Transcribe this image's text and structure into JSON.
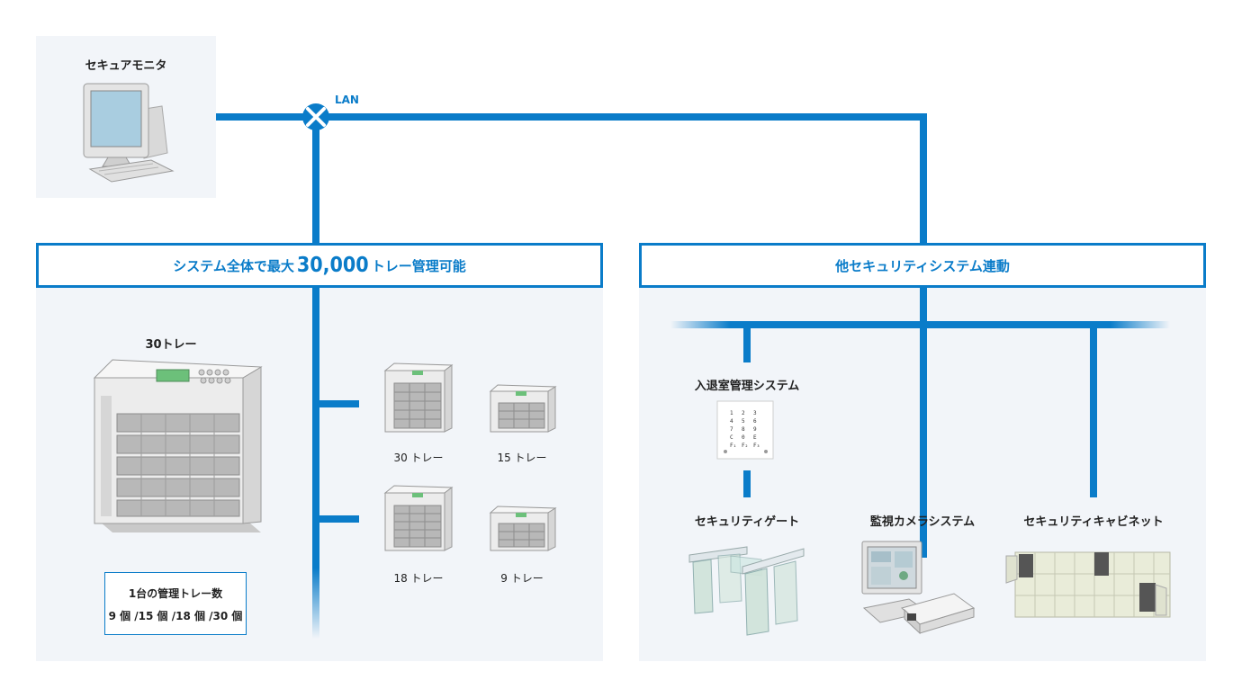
{
  "monitor": {
    "label": "セキュアモニタ"
  },
  "network": {
    "label": "LAN"
  },
  "left_banner": {
    "prefix": "システム全体で最大",
    "number": "30,000",
    "suffix": "トレー管理可能"
  },
  "right_banner": {
    "label": "他セキュリティシステム連動"
  },
  "large_unit": {
    "label": "30トレー"
  },
  "units": [
    {
      "label": "30 トレー"
    },
    {
      "label": "15 トレー"
    },
    {
      "label": "18 トレー"
    },
    {
      "label": "9 トレー"
    }
  ],
  "note": {
    "title": "1台の管理トレー数",
    "values": "9 個 /15 個 /18 個 /30 個"
  },
  "systems": {
    "access": {
      "label": "入退室管理システム",
      "keypad": [
        "1",
        "2",
        "3",
        "4",
        "5",
        "6",
        "7",
        "8",
        "9",
        "C",
        "0",
        "E",
        "F₁",
        "F₂",
        "F₃"
      ]
    },
    "gate": {
      "label": "セキュリティゲート"
    },
    "camera": {
      "label": "監視カメラシステム"
    },
    "cabinet": {
      "label": "セキュリティキャビネット"
    }
  },
  "colors": {
    "accent": "#0a7cc9",
    "panel": "#f2f5f9"
  }
}
